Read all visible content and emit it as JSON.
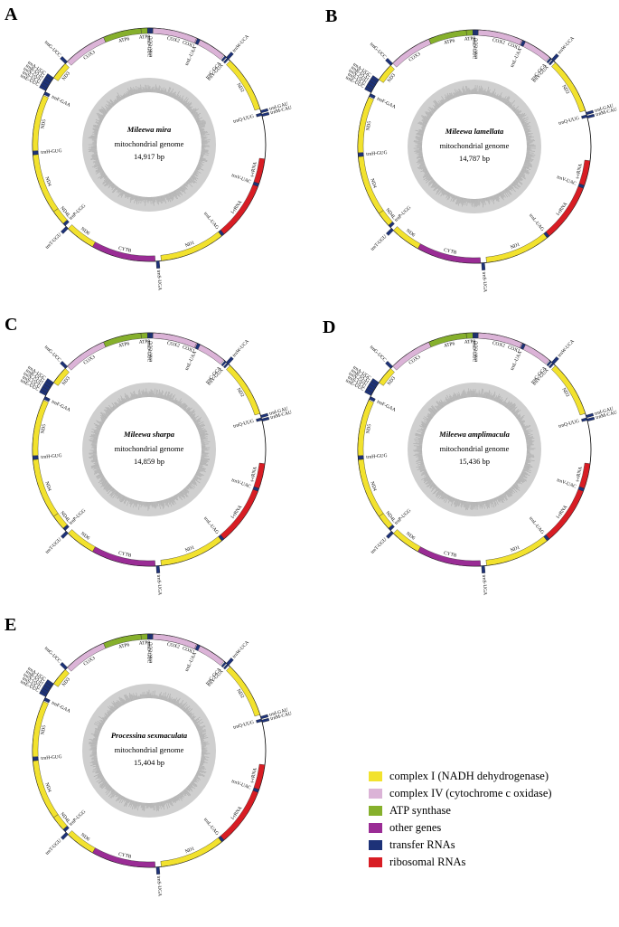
{
  "colors": {
    "complex_I": "#f2e22e",
    "complex_IV": "#dbb3d7",
    "atp": "#86b02c",
    "other": "#9a2c95",
    "trna": "#1d3278",
    "rrna": "#d81d24",
    "inner_ring": "#cfcfcf"
  },
  "panels": [
    {
      "letter": "A",
      "species": "Mileewa mira",
      "subtitle": "mitochondrial genome",
      "size": "14,917 bp",
      "labels": {
        "COX1": "COX1",
        "trnW": "trnW-UCA",
        "trnC": "trnC-GCA",
        "trnY": "trnY-GUA",
        "ND2": "ND2",
        "trnM": "trnM-CAU",
        "trnI": "trnI-GAU",
        "trnQ": "trnQ-UUG",
        "srRNA": "s-rRNA",
        "trnV": "trnV-UAC",
        "lrRNA": "l-rRNA",
        "trnL1": "trnL-UAG",
        "ND1": "ND1",
        "trnS2": "trnS-UGA",
        "CYTB": "CYTB",
        "ND6": "ND6",
        "trnT": "trnT-UGU",
        "trnP": "trnP-UGG",
        "ND4L": "ND4L",
        "ND4": "ND4",
        "trnH": "trnH-GUG",
        "ND5": "ND5",
        "trnF": "trnF-GAA",
        "trnE": "trnE-UUC",
        "trnS1": "trnS-UCU",
        "trnN": "trnN-GUU",
        "trnR": "trnR-UCG",
        "trnA": "trnA-UGC",
        "ND3": "ND3",
        "trnG": "trnG-UCC",
        "COX3": "COX3",
        "ATP6": "ATP6",
        "ATP8": "ATP8",
        "trnD": "trnD-GUC",
        "trnK": "trnK-CUU",
        "COX2": "COX2",
        "trnL2": "trnL-UAA"
      }
    },
    {
      "letter": "B",
      "species": "Mileewa lamellata",
      "subtitle": "mitochondrial genome",
      "size": "14,787 bp",
      "labels": {
        "COX1": "COX1",
        "trnW": "trnW-UCA",
        "trnC": "trnC-GCA",
        "trnY": "trnY-GUA",
        "ND2": "ND2",
        "trnM": "trnM-CAU",
        "trnI": "trnI-GAU",
        "trnQ": "trnQ-UUG",
        "srRNA": "s-rRNA",
        "trnV": "trnV-UAC",
        "lrRNA": "l-rRNA",
        "trnL1": "trnL-UAG",
        "ND1": "ND1",
        "trnS2": "trnS-UGA",
        "CYTB": "CYTB",
        "ND6": "ND6",
        "trnT": "trnT-UGU",
        "trnP": "trnP-UGG",
        "ND4L": "ND4L",
        "ND4": "ND4",
        "trnH": "trnH-GUG",
        "ND5": "ND5",
        "trnF": "trnF-GAA",
        "trnE": "trnE-UUC",
        "trnS1": "trnS-UCU",
        "trnN": "trnN-GUU",
        "trnR": "trnR-UCG",
        "trnA": "trnA-UGC",
        "ND3": "ND3",
        "trnG": "trnG-UCC",
        "COX3": "COX3",
        "ATP6": "ATP6",
        "ATP8": "ATP8",
        "trnD": "trnD-GUC",
        "trnK": "trnK-CUU",
        "COX2": "COX2",
        "trnL2": "trnL-UAA"
      }
    },
    {
      "letter": "C",
      "species": "Mileewa sharpa",
      "subtitle": "mitochondrial genome",
      "size": "14,859 bp",
      "labels": {
        "COX1": "COX1",
        "trnW": "trnW-UCA",
        "trnC": "trnC-GCA",
        "trnY": "trnY-GUA",
        "ND2": "ND2",
        "trnM": "trnM-CAU",
        "trnI": "trnI-GAU",
        "trnQ": "trnQ-UUG",
        "srRNA": "s-rRNA",
        "trnV": "trnV-UAC",
        "lrRNA": "l-rRNA",
        "trnL1": "trnL-UAG",
        "ND1": "ND1",
        "trnS2": "trnS-UGA",
        "CYTB": "CYTB",
        "ND6": "ND6",
        "trnT": "trnT-UGU",
        "trnP": "trnP-UGG",
        "ND4L": "ND4L",
        "ND4": "ND4",
        "trnH": "trnH-GUG",
        "ND5": "ND5",
        "trnF": "trnF-GAA",
        "trnE": "trnE-UUC",
        "trnS1": "trnS-UCU",
        "trnN": "trnN-GUU",
        "trnR": "trnR-UCG",
        "trnA": "trnA-UGC",
        "ND3": "ND3",
        "trnG": "trnG-UCC",
        "COX3": "COX3",
        "ATP6": "ATP6",
        "ATP8": "ATP8",
        "trnD": "trnD-GUC",
        "trnK": "trnK-CUU",
        "COX2": "COX2",
        "trnL2": "trnL-UAA"
      }
    },
    {
      "letter": "D",
      "species": "Mileewa amplimacula",
      "subtitle": "mitochondrial genome",
      "size": "15,436 bp",
      "labels": {
        "COX1": "COX1",
        "trnW": "trnW-UCA",
        "trnC": "trnC-GCA",
        "trnY": "trnY-GUA",
        "ND2": "ND2",
        "trnM": "trnM-CAU",
        "trnI": "trnI-GAU",
        "trnQ": "trnQ-UUG",
        "srRNA": "s-rRNA",
        "trnV": "trnV-UAC",
        "lrRNA": "l-rRNA",
        "trnL1": "trnL-UAG",
        "ND1": "ND1",
        "trnS2": "trnS-UGA",
        "CYTB": "CYTB",
        "ND6": "ND6",
        "trnT": "trnT-UGU",
        "trnP": "trnP-UGG",
        "ND4L": "ND4L",
        "ND4": "ND4",
        "trnH": "trnH-GUG",
        "ND5": "ND5",
        "trnF": "trnF-GAA",
        "trnE": "trnE-UUC",
        "trnS1": "trnS-UCU",
        "trnN": "trnN-GUU",
        "trnR": "trnR-UCG",
        "trnA": "trnA-UGC",
        "ND3": "ND3",
        "trnG": "trnG-UCC",
        "COX3": "COX3",
        "ATP6": "ATP6",
        "ATP8": "ATP8",
        "trnD": "trnD-GUC",
        "trnK": "trnK-CUU",
        "COX2": "COX2",
        "trnL2": "trnL-UAA"
      }
    },
    {
      "letter": "E",
      "species": "Processina sexmaculata",
      "subtitle": "mitochondrial genome",
      "size": "15,404 bp",
      "labels": {
        "COX1": "COX1",
        "trnW": "trnW-UCA",
        "trnC": "trnC-GCA",
        "trnY": "trnY-GUA",
        "ND2": "ND2",
        "trnM": "trnM-CAU",
        "trnI": "trnI-GAU",
        "trnQ": "trnQ-UUG",
        "srRNA": "s-rRNA",
        "trnV": "trnV-UAC",
        "lrRNA": "l-rRNA",
        "trnL1": "trnL-UAG",
        "ND1": "ND1",
        "trnS2": "trnS-UGA",
        "CYTB": "CYTB",
        "ND6": "ND6",
        "trnT": "trnT-UGU",
        "trnP": "trnP-UGG",
        "ND4L": "ND4L",
        "ND4": "ND4",
        "trnH": "trnH-GUG",
        "ND5": "ND5",
        "trnF": "trnF-GAA",
        "trnE": "trnE-UUC",
        "trnS1": "trnS-UCU",
        "trnN": "trnN-GUU",
        "trnR": "trnR-UCG",
        "trnA": "trnA-UGC",
        "ND3": "ND3",
        "trnG": "trnG-UCC",
        "COX3": "COX3",
        "ATP6": "ATP6",
        "ATP8": "ATP8",
        "trnD": "trnD-GUC",
        "trnK": "trnK-CUU",
        "COX2": "COX2",
        "trnL2": "trnL-UAA"
      }
    }
  ],
  "legend": [
    {
      "label": "complex I (NADH dehydrogenase)",
      "color": "#f2e22e"
    },
    {
      "label": "complex IV (cytochrome c oxidase)",
      "color": "#dbb3d7"
    },
    {
      "label": "ATP synthase",
      "color": "#86b02c"
    },
    {
      "label": "other genes",
      "color": "#9a2c95"
    },
    {
      "label": "transfer RNAs",
      "color": "#1d3278"
    },
    {
      "label": "ribosomal RNAs",
      "color": "#d81d24"
    }
  ]
}
